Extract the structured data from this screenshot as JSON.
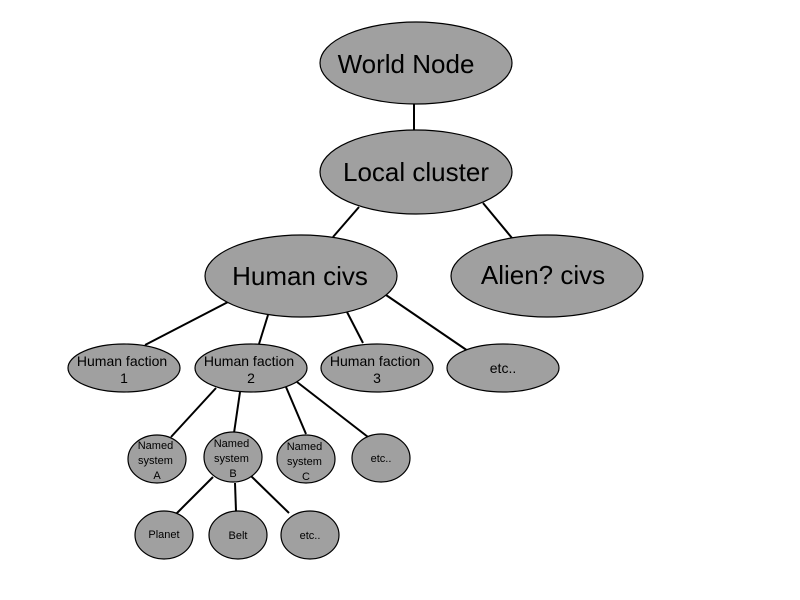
{
  "colors": {
    "node_fill": "#a0a0a0",
    "node_stroke": "#000000",
    "edge": "#000000",
    "background": "#ffffff"
  },
  "nodes": {
    "world": {
      "lines": [
        "World Node"
      ]
    },
    "cluster": {
      "lines": [
        "Local cluster"
      ]
    },
    "human_civs": {
      "lines": [
        "Human civs"
      ]
    },
    "alien_civs": {
      "lines": [
        "Alien? civs"
      ]
    },
    "faction1": {
      "lines": [
        "Human faction",
        "1"
      ]
    },
    "faction2": {
      "lines": [
        "Human faction",
        "2"
      ]
    },
    "faction3": {
      "lines": [
        "Human faction",
        "3"
      ]
    },
    "civs_etc": {
      "lines": [
        "etc.."
      ]
    },
    "system_a": {
      "lines": [
        "Named",
        "system",
        "A"
      ]
    },
    "system_b": {
      "lines": [
        "Named",
        "system",
        "B"
      ]
    },
    "system_c": {
      "lines": [
        "Named",
        "system",
        "C"
      ]
    },
    "systems_etc": {
      "lines": [
        "etc.."
      ]
    },
    "planet": {
      "lines": [
        "Planet"
      ]
    },
    "belt": {
      "lines": [
        "Belt"
      ]
    },
    "bodies_etc": {
      "lines": [
        "etc.."
      ]
    }
  }
}
